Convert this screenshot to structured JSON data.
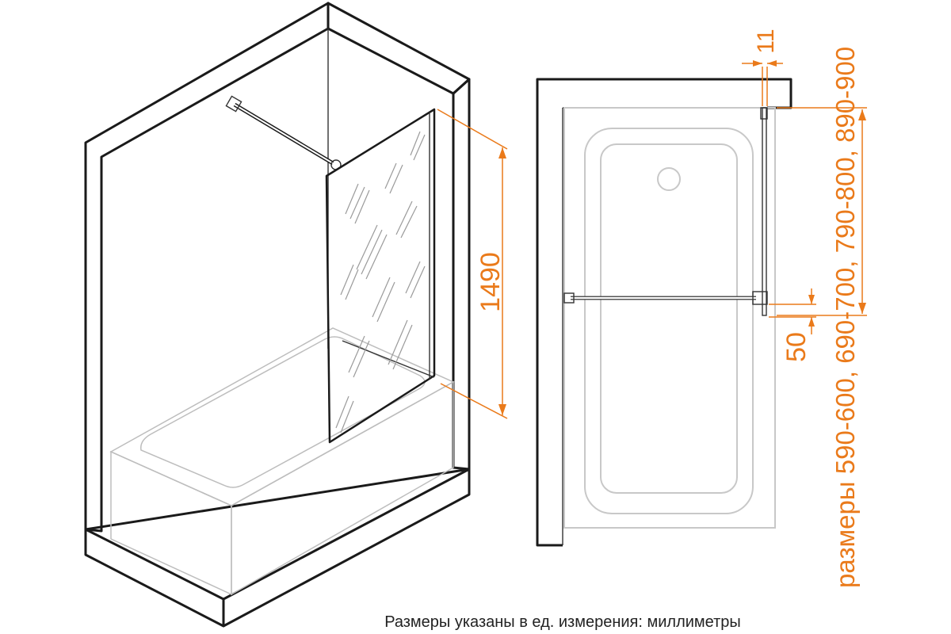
{
  "dimensions": {
    "glass_height": "1490",
    "top_offset": "11",
    "bar_offset": "50",
    "sizes": "размеры 590-600, 690-700, 790-800, 890-900"
  },
  "caption": "Размеры указаны в ед. измерения: миллиметры",
  "colors": {
    "dimension": "#ea7a1a",
    "outline": "#1a1a1a",
    "bathtub": "#c8c8c8"
  }
}
